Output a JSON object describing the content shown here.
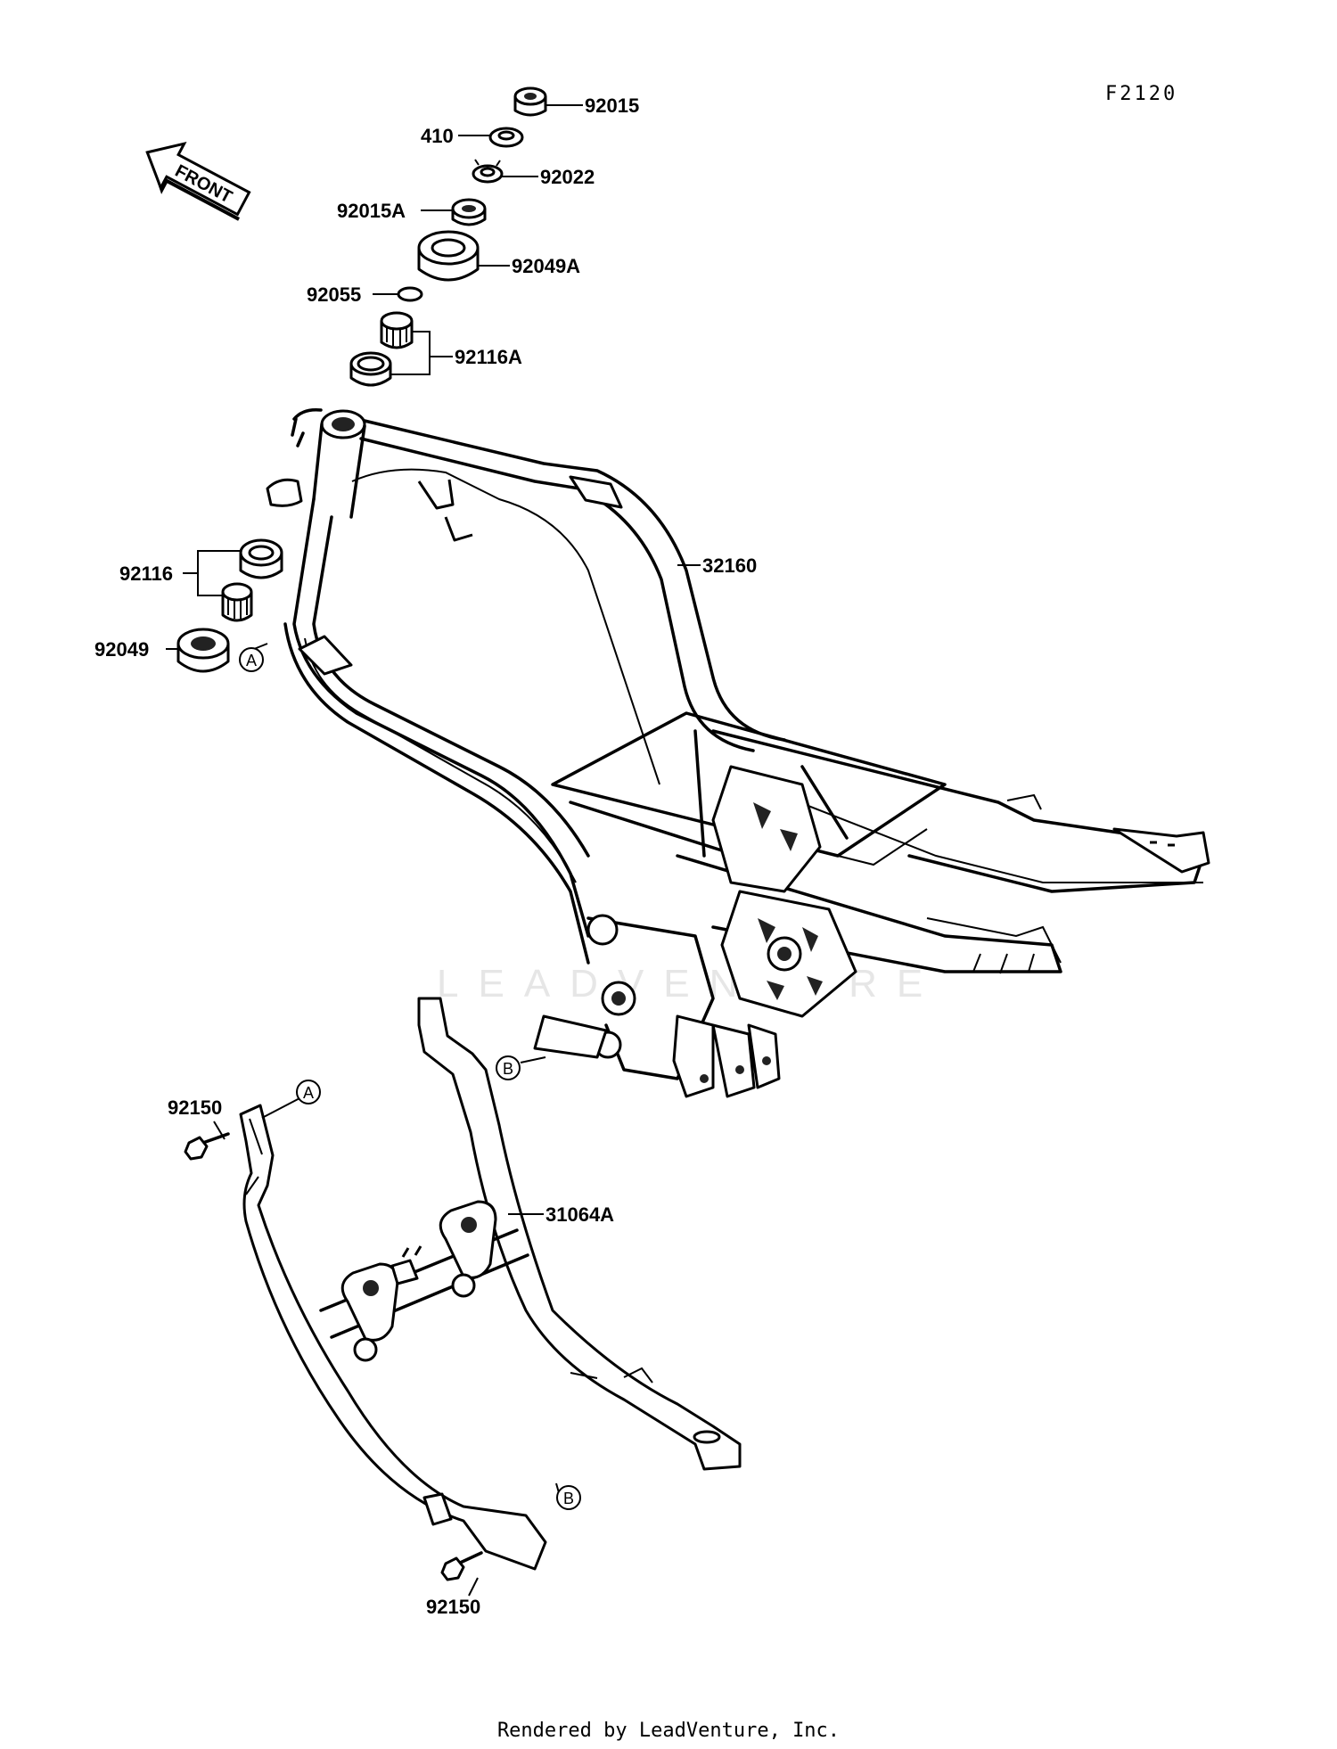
{
  "diagram_code": "F2120",
  "front_arrow_label": "FRONT",
  "watermark": "LEADVENTURE",
  "footer": "Rendered by LeadVenture, Inc.",
  "callout_markers": {
    "a": "A",
    "b": "B"
  },
  "parts": [
    {
      "id": "p1",
      "label": "92015"
    },
    {
      "id": "p2",
      "label": "410"
    },
    {
      "id": "p3",
      "label": "92022"
    },
    {
      "id": "p4",
      "label": "92015A"
    },
    {
      "id": "p5",
      "label": "92049A"
    },
    {
      "id": "p6",
      "label": "92055"
    },
    {
      "id": "p7",
      "label": "92116A"
    },
    {
      "id": "p8",
      "label": "32160"
    },
    {
      "id": "p9",
      "label": "92116"
    },
    {
      "id": "p10",
      "label": "92049"
    },
    {
      "id": "p11",
      "label": "92150"
    },
    {
      "id": "p12",
      "label": "31064A"
    },
    {
      "id": "p13",
      "label": "92150"
    }
  ]
}
